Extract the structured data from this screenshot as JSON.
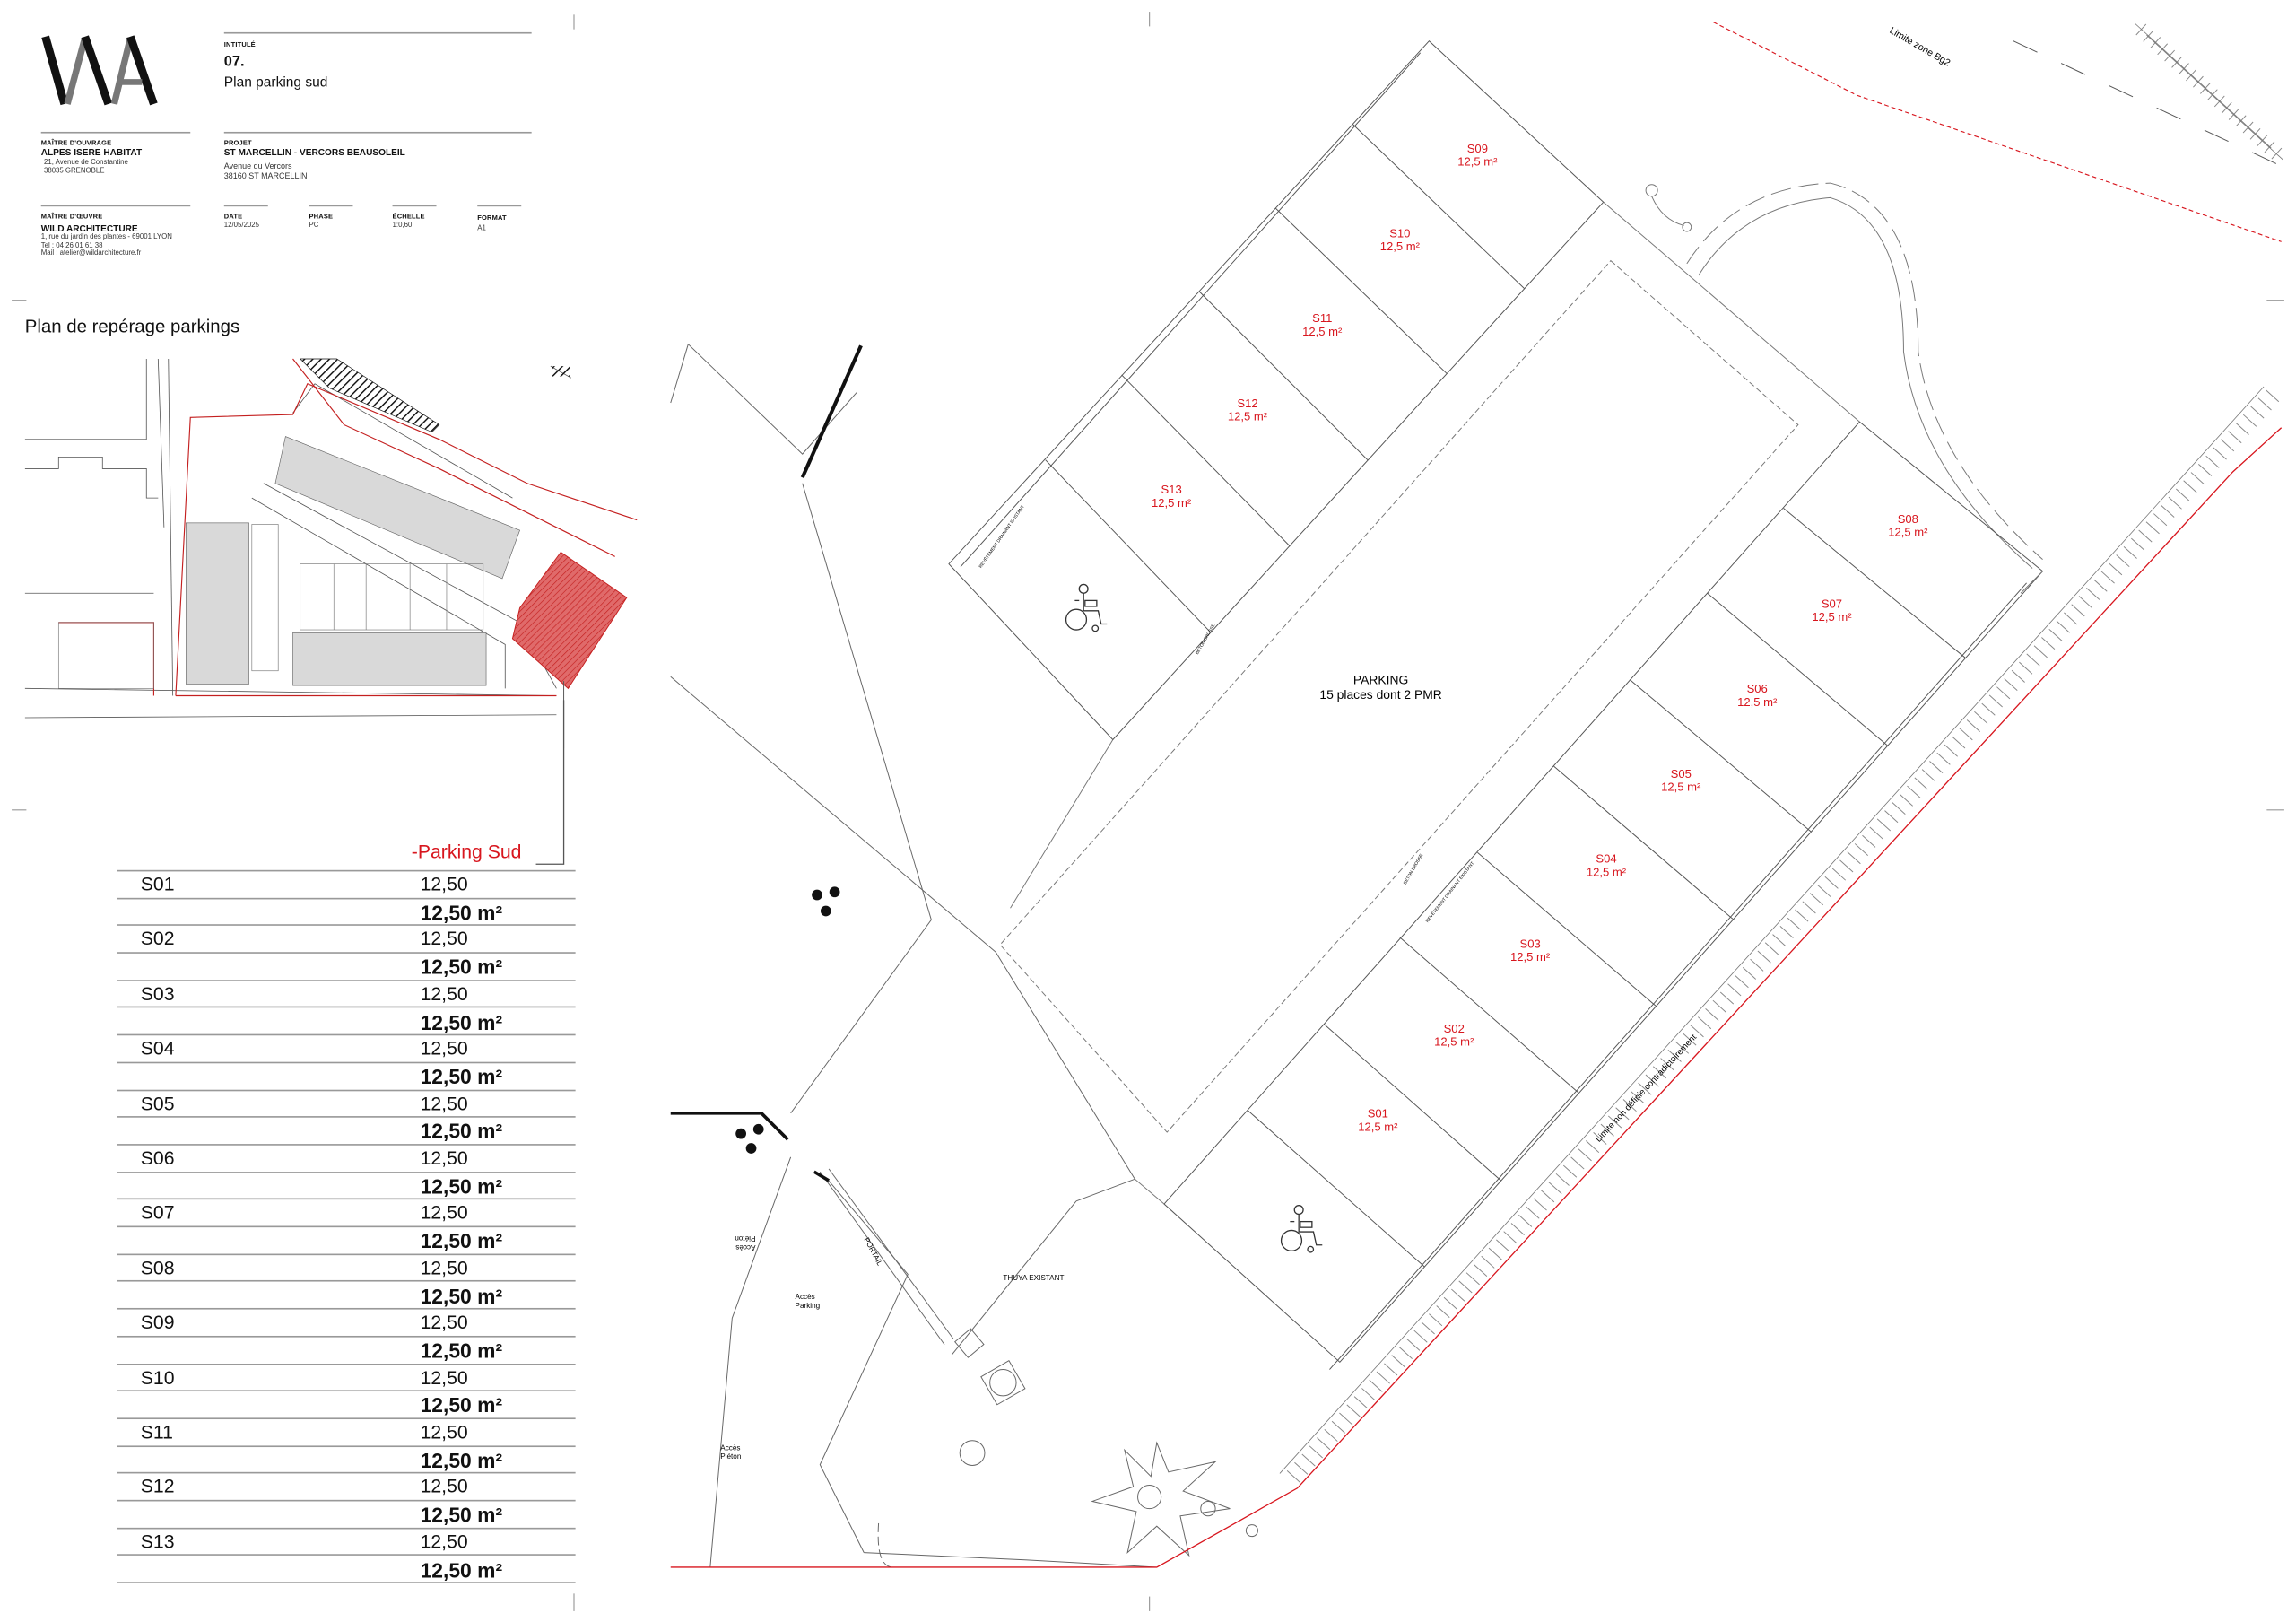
{
  "header": {
    "logo_text": "WA",
    "intitule_label": "INTITULÉ",
    "number": "07.",
    "title": "Plan parking sud",
    "maitre_ouvrage_label": "MAÎTRE D'OUVRAGE",
    "maitre_ouvrage_name": "ALPES ISERE HABITAT",
    "maitre_ouvrage_addr1": "21, Avenue de Constantine",
    "maitre_ouvrage_addr2": "38035 GRENOBLE",
    "projet_label": "PROJET",
    "projet_name": "ST MARCELLIN - VERCORS BEAUSOLEIL",
    "projet_addr1": "Avenue du Vercors",
    "projet_addr2": "38160 ST MARCELLIN",
    "maitre_oeuvre_label": "MAÎTRE D'ŒUVRE",
    "maitre_oeuvre_name": "WILD ARCHITECTURE",
    "maitre_oeuvre_addr": "1, rue du jardin des plantes - 69001 LYON",
    "maitre_oeuvre_tel": "Tel : 04 26 01 61 38",
    "maitre_oeuvre_mail": "Mail : atelier@wildarchitecture.fr",
    "date_label": "DATE",
    "date_value": "12/05/2025",
    "phase_label": "PHASE",
    "phase_value": "PC",
    "echelle_label": "ÉCHELLE",
    "echelle_value": "1:0,60",
    "format_label": "FORMAT",
    "format_value": "A1"
  },
  "keyplan": {
    "title": "Plan de repérage parkings"
  },
  "table": {
    "title": "-Parking Sud",
    "rows": [
      {
        "id": "S01",
        "value": "12,50",
        "total": "12,50 m²"
      },
      {
        "id": "S02",
        "value": "12,50",
        "total": "12,50 m²"
      },
      {
        "id": "S03",
        "value": "12,50",
        "total": "12,50 m²"
      },
      {
        "id": "S04",
        "value": "12,50",
        "total": "12,50 m²"
      },
      {
        "id": "S05",
        "value": "12,50",
        "total": "12,50 m²"
      },
      {
        "id": "S06",
        "value": "12,50",
        "total": "12,50 m²"
      },
      {
        "id": "S07",
        "value": "12,50",
        "total": "12,50 m²"
      },
      {
        "id": "S08",
        "value": "12,50",
        "total": "12,50 m²"
      },
      {
        "id": "S09",
        "value": "12,50",
        "total": "12,50 m²"
      },
      {
        "id": "S10",
        "value": "12,50",
        "total": "12,50 m²"
      },
      {
        "id": "S11",
        "value": "12,50",
        "total": "12,50 m²"
      },
      {
        "id": "S12",
        "value": "12,50",
        "total": "12,50 m²"
      },
      {
        "id": "S13",
        "value": "12,50",
        "total": "12,50 m²"
      }
    ]
  },
  "plan": {
    "stall_area": "12,5 m²",
    "parking_title": "PARKING",
    "parking_subtitle": "15 places dont 2 PMR",
    "limite_zone": "Limite zone Bg2",
    "limite_non_definie": "Limite non définie contradictoirement",
    "revetement": "REVÊTEMENT DRAINANT EXISTANT",
    "beton": "BETON BROSSE",
    "portail": "PORTAIL",
    "thuya": "THUYA EXISTANT",
    "acces_parking_1": "Accès",
    "acces_parking_2": "Parking",
    "acces_pieton_1": "Accès",
    "acces_pieton_2": "Piéton",
    "pmr_icon": "wheelchair-icon",
    "accent_color": "#d8161e"
  }
}
